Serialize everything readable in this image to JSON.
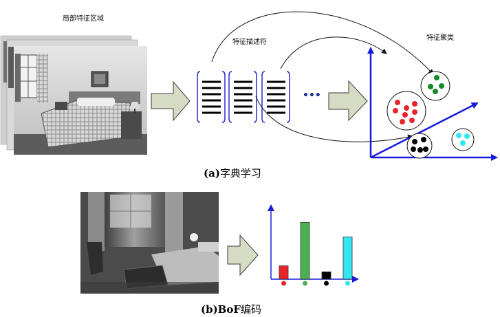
{
  "labels": {
    "local_region": "局部特征区域",
    "feature_descriptor": "特征描述符",
    "feature_clustering": "特征聚类",
    "ellipsis": "•••"
  },
  "captions": {
    "a_prefix": "(a)",
    "a_text": "字典学习",
    "b_prefix": "(b)BoF",
    "b_text": "编码"
  },
  "colors": {
    "axis": "#1a1adc",
    "arrow_fill": "#d6dcc3",
    "arrow_stroke": "#3a3a3a",
    "bracket": "#2a2ad0",
    "red": "#e8232b",
    "green": "#168a25",
    "black": "#000000",
    "cyan": "#33e6f0"
  },
  "clusters": [
    {
      "name": "red-cluster",
      "color": "red",
      "count": 8
    },
    {
      "name": "green-cluster",
      "color": "green",
      "count": 4
    },
    {
      "name": "black-cluster",
      "color": "black",
      "count": 5
    },
    {
      "name": "cyan-cluster",
      "color": "cyan",
      "count": 3
    }
  ],
  "chart_data": {
    "type": "bar",
    "categories": [
      "red",
      "green",
      "black",
      "cyan"
    ],
    "values": [
      20,
      85,
      11,
      63
    ],
    "colors": [
      "#e8232b",
      "#4caf50",
      "#000000",
      "#33e6f0"
    ],
    "ylim": [
      0,
      110
    ]
  }
}
